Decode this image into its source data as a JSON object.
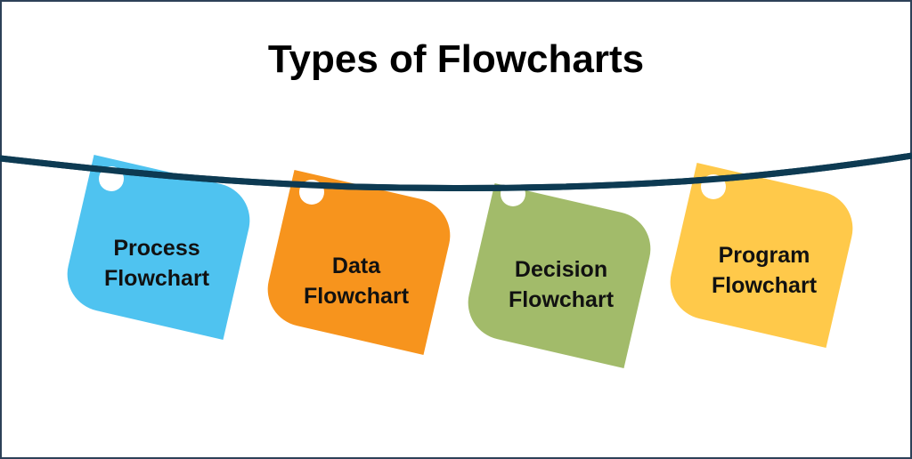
{
  "title": "Types of Flowcharts",
  "cards": [
    {
      "line1": "Process",
      "line2": "Flowchart",
      "color": "#4FC3F0"
    },
    {
      "line1": "Data",
      "line2": "Flowchart",
      "color": "#F7941D"
    },
    {
      "line1": "Decision",
      "line2": "Flowchart",
      "color": "#A2BB6A"
    },
    {
      "line1": "Program",
      "line2": "Flowchart",
      "color": "#FFC94A"
    }
  ],
  "rope_color": "#0D3A52"
}
